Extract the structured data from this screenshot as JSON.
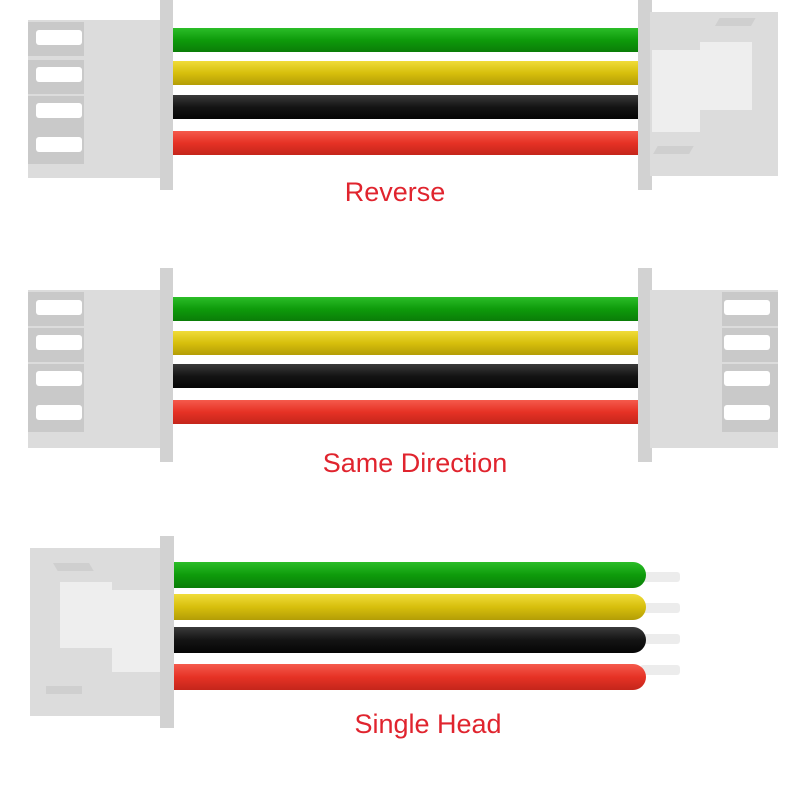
{
  "colors": {
    "green": "#0e9b0b",
    "yellow": "#d7bf0c",
    "black": "#141414",
    "red": "#e63225",
    "housing": "#dcdcdc",
    "caption": "#e0242e"
  },
  "diagrams": [
    {
      "id": "reverse",
      "label": "Reverse",
      "left": "pin-housing",
      "right": "latch-housing"
    },
    {
      "id": "same-direction",
      "label": "Same Direction",
      "left": "pin-housing",
      "right": "pin-housing"
    },
    {
      "id": "single-head",
      "label": "Single Head",
      "left": "latch-housing",
      "right": "tinned-wire-ends"
    }
  ],
  "wires": [
    "green",
    "yellow",
    "black",
    "red"
  ]
}
